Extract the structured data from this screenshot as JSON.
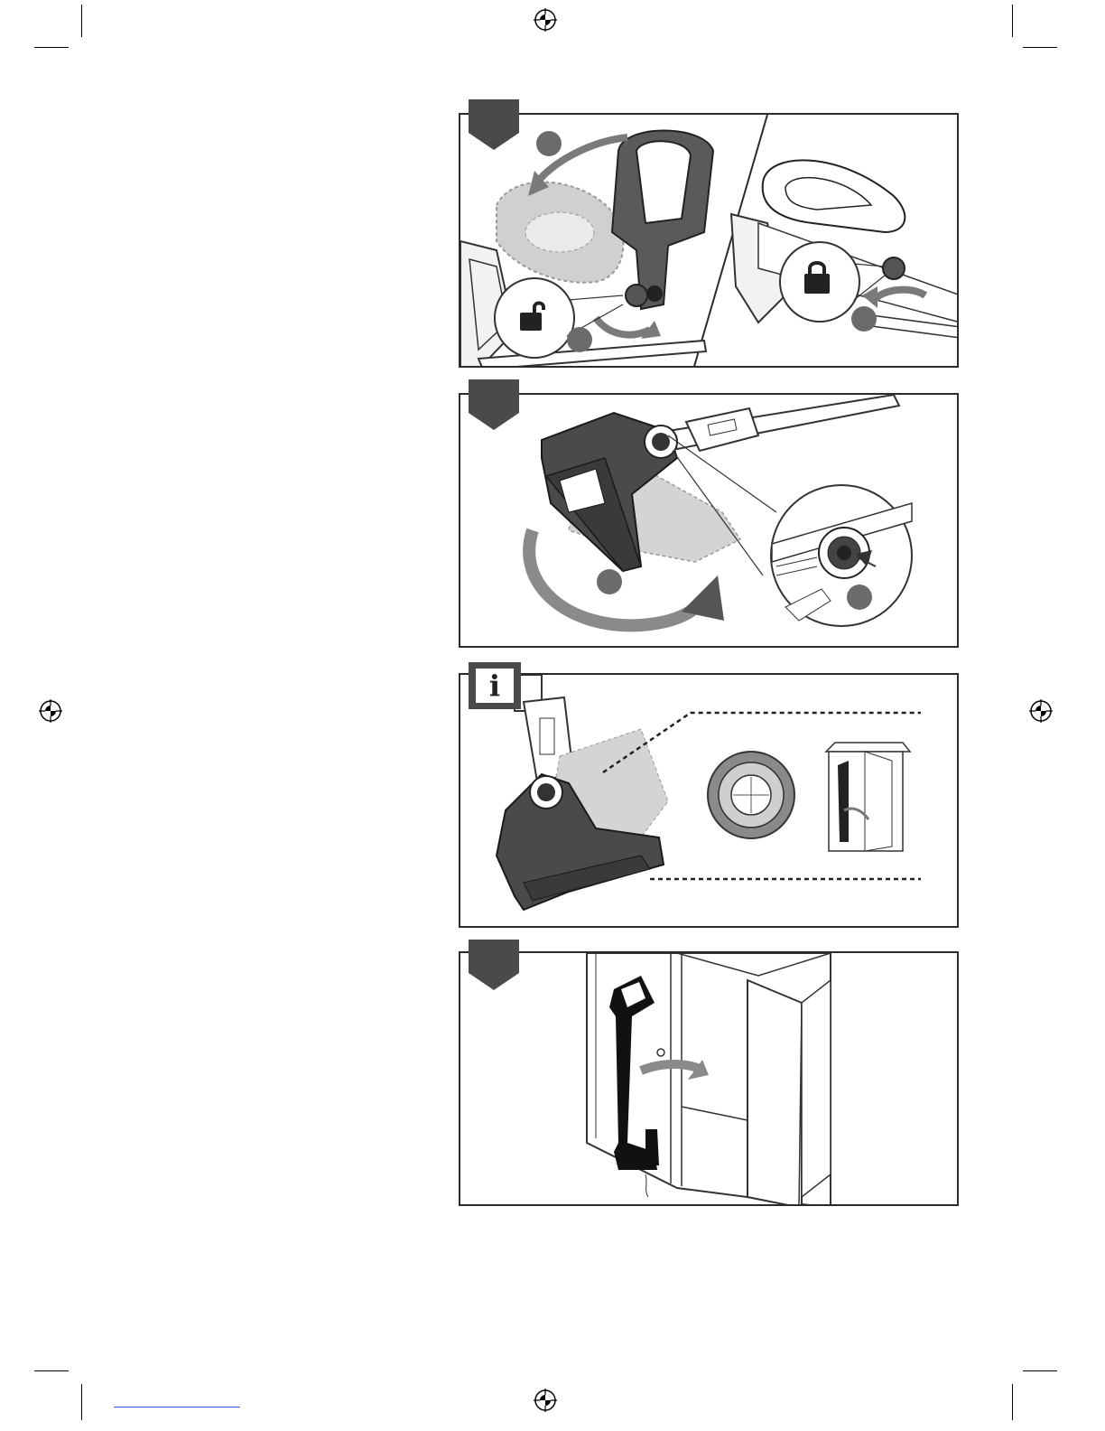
{
  "document": {
    "type": "instruction-illustration-page",
    "info_marker": "i"
  },
  "panels": [
    {
      "id": "handle-fold",
      "step_marker": "",
      "callouts": [
        "",
        "",
        ""
      ],
      "icons": [
        "unlock-icon",
        "lock-icon"
      ]
    },
    {
      "id": "head-pivot",
      "step_marker": "",
      "callouts": [
        "",
        ""
      ],
      "icons": [
        "rotate-arrow-icon"
      ]
    },
    {
      "id": "storage-info",
      "step_marker": "i",
      "callouts": [],
      "icons": [
        "dial-icon",
        "cabinet-icon"
      ]
    },
    {
      "id": "cabinet-storage",
      "step_marker": "",
      "callouts": [],
      "icons": [
        "door-arrow-icon"
      ]
    }
  ],
  "colors": {
    "marker": "#4a4a4a",
    "frame": "#2b2b2b",
    "callout": "#6b6b6b",
    "tool_dark": "#3a3a3a",
    "ghost": "#bdbdbd"
  }
}
